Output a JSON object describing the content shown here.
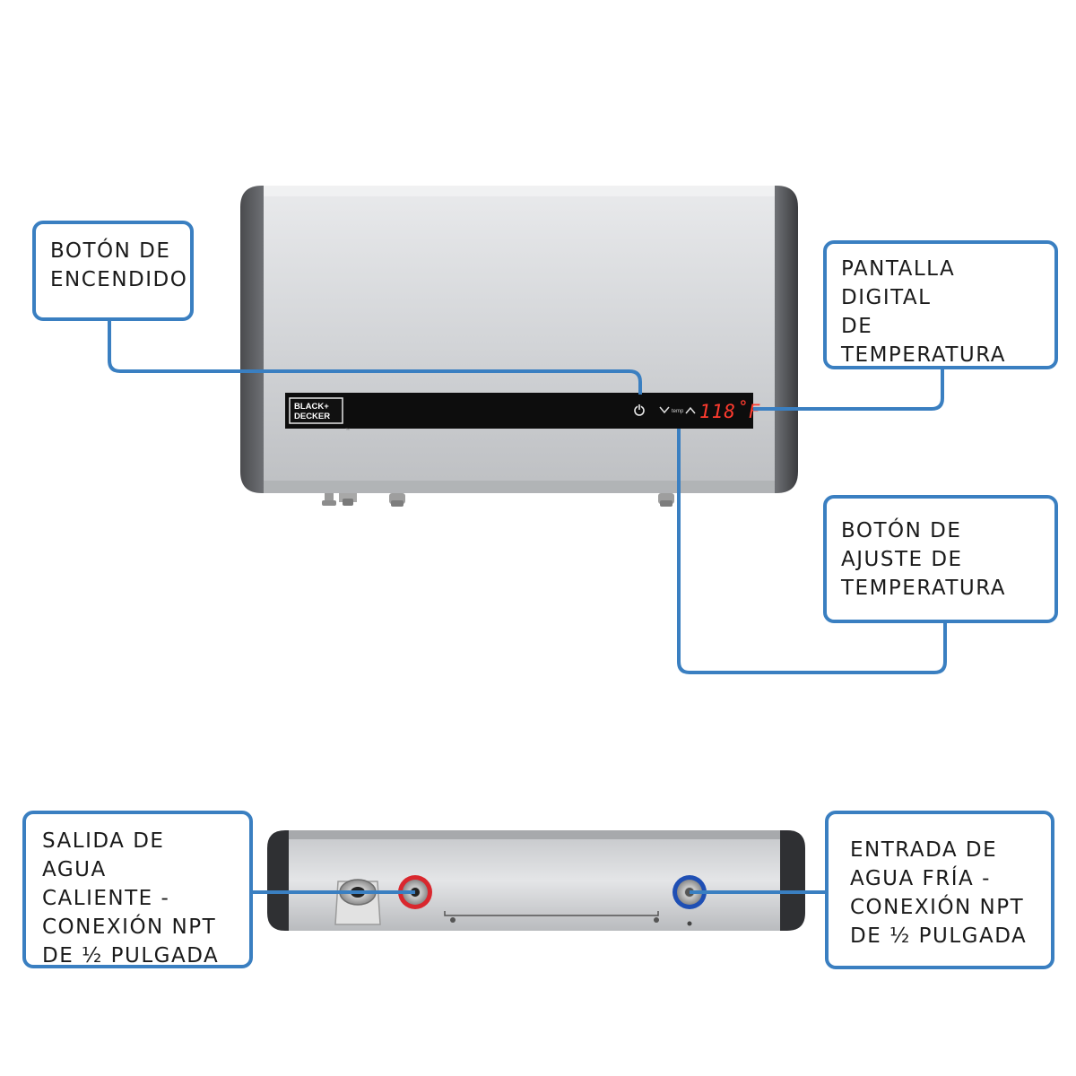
{
  "product": {
    "brand_line1": "BLACK+",
    "brand_line2": "DECKER",
    "display_reading": "118˚F",
    "temp_control_label": "temp"
  },
  "callouts": {
    "power_button": {
      "lines": [
        "BOTÓN DE",
        "ENCENDIDO"
      ]
    },
    "temperature_display": {
      "lines": [
        "PANTALLA",
        "DIGITAL",
        "DE",
        "TEMPERATURA"
      ]
    },
    "temperature_adjust": {
      "lines": [
        "BOTÓN DE",
        "AJUSTE DE",
        "TEMPERATURA"
      ]
    },
    "hot_water_outlet": {
      "lines": [
        "SALIDA DE",
        "AGUA",
        "CALIENTE -",
        "CONEXIÓN NPT",
        "DE ½ PULGADA"
      ]
    },
    "cold_water_inlet": {
      "lines": [
        "ENTRADA DE",
        "AGUA FRÍA -",
        "CONEXIÓN NPT",
        "DE ½ PULGADA"
      ]
    }
  },
  "colors": {
    "callout_border": "#3a7fc1",
    "hot_connector_ring": "#d9272e",
    "cold_connector_ring": "#1f4fb4",
    "display_digits": "#ff3b2f",
    "panel_black": "#0d0d0d"
  }
}
